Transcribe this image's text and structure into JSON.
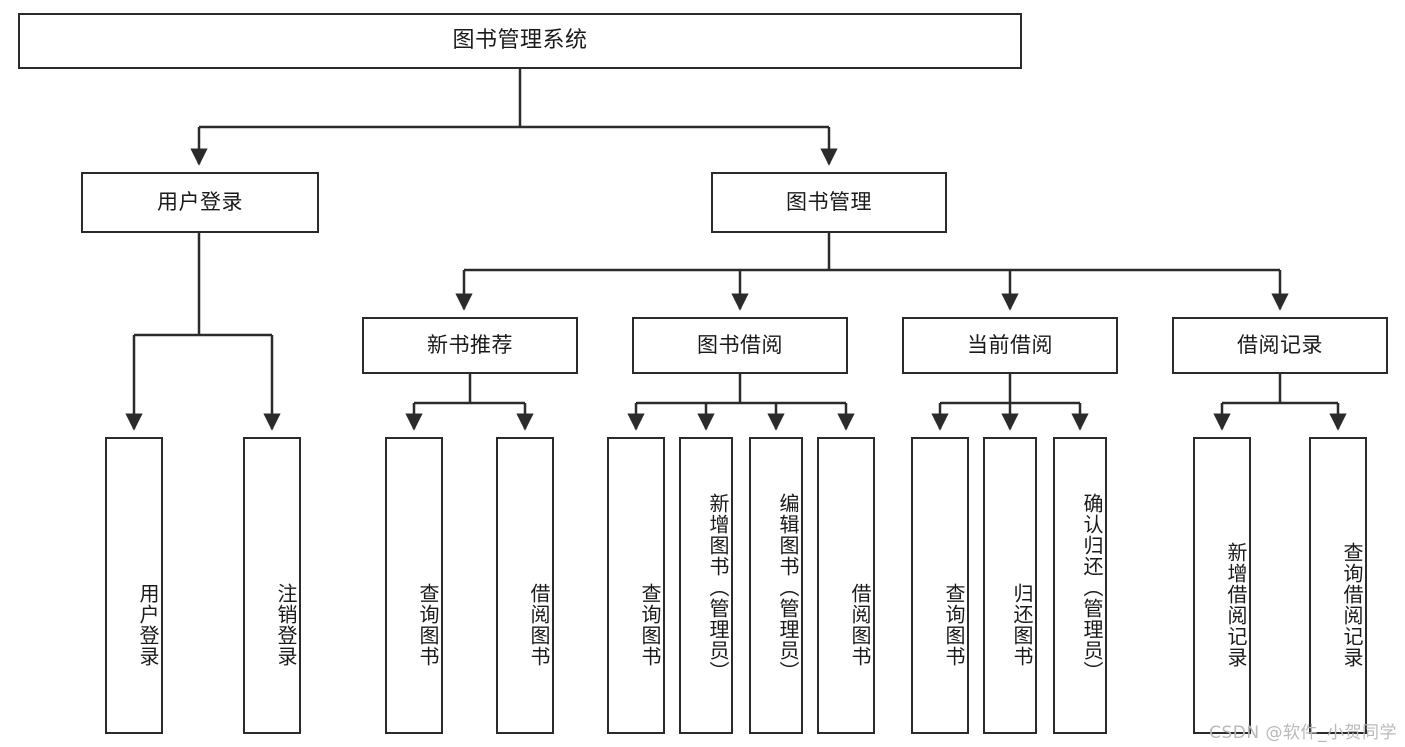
{
  "diagram": {
    "type": "tree-hierarchy",
    "title": "图书管理系统",
    "watermark": "CSDN @软件_小贺同学",
    "colors": {
      "stroke": "#2b2b2b",
      "fill": "#ffffff",
      "text": "#1a1a1a",
      "watermark": "#b9b9b9"
    },
    "levels": {
      "level1": [
        {
          "id": "root",
          "label": "图书管理系统"
        }
      ],
      "level2": [
        {
          "id": "user-login",
          "label": "用户登录",
          "parent": "root"
        },
        {
          "id": "book-admin",
          "label": "图书管理",
          "parent": "root"
        }
      ],
      "level3": [
        {
          "id": "new-book-rec",
          "label": "新书推荐",
          "parent": "book-admin"
        },
        {
          "id": "book-borrow",
          "label": "图书借阅",
          "parent": "book-admin"
        },
        {
          "id": "current-borrow",
          "label": "当前借阅",
          "parent": "book-admin"
        },
        {
          "id": "borrow-record",
          "label": "借阅记录",
          "parent": "book-admin"
        }
      ],
      "leaves": [
        {
          "id": "leaf-user-login",
          "label": "用户登录",
          "parent": "user-login"
        },
        {
          "id": "leaf-logout",
          "label": "注销登录",
          "parent": "user-login"
        },
        {
          "id": "leaf-query-book-1",
          "label": "查询图书",
          "parent": "new-book-rec"
        },
        {
          "id": "leaf-borrow-book-1",
          "label": "借阅图书",
          "parent": "new-book-rec"
        },
        {
          "id": "leaf-query-book-2",
          "label": "查询图书",
          "parent": "book-borrow"
        },
        {
          "id": "leaf-add-book",
          "label": "新增图书（管理员）",
          "parent": "book-borrow"
        },
        {
          "id": "leaf-edit-book",
          "label": "编辑图书（管理员）",
          "parent": "book-borrow"
        },
        {
          "id": "leaf-borrow-book-2",
          "label": "借阅图书",
          "parent": "book-borrow"
        },
        {
          "id": "leaf-query-book-3",
          "label": "查询图书",
          "parent": "current-borrow"
        },
        {
          "id": "leaf-return-book",
          "label": "归还图书",
          "parent": "current-borrow"
        },
        {
          "id": "leaf-confirm-return",
          "label": "确认归还（管理员）",
          "parent": "current-borrow"
        },
        {
          "id": "leaf-add-record",
          "label": "新增借阅记录",
          "parent": "borrow-record"
        },
        {
          "id": "leaf-query-record",
          "label": "查询借阅记录",
          "parent": "borrow-record"
        }
      ]
    }
  }
}
